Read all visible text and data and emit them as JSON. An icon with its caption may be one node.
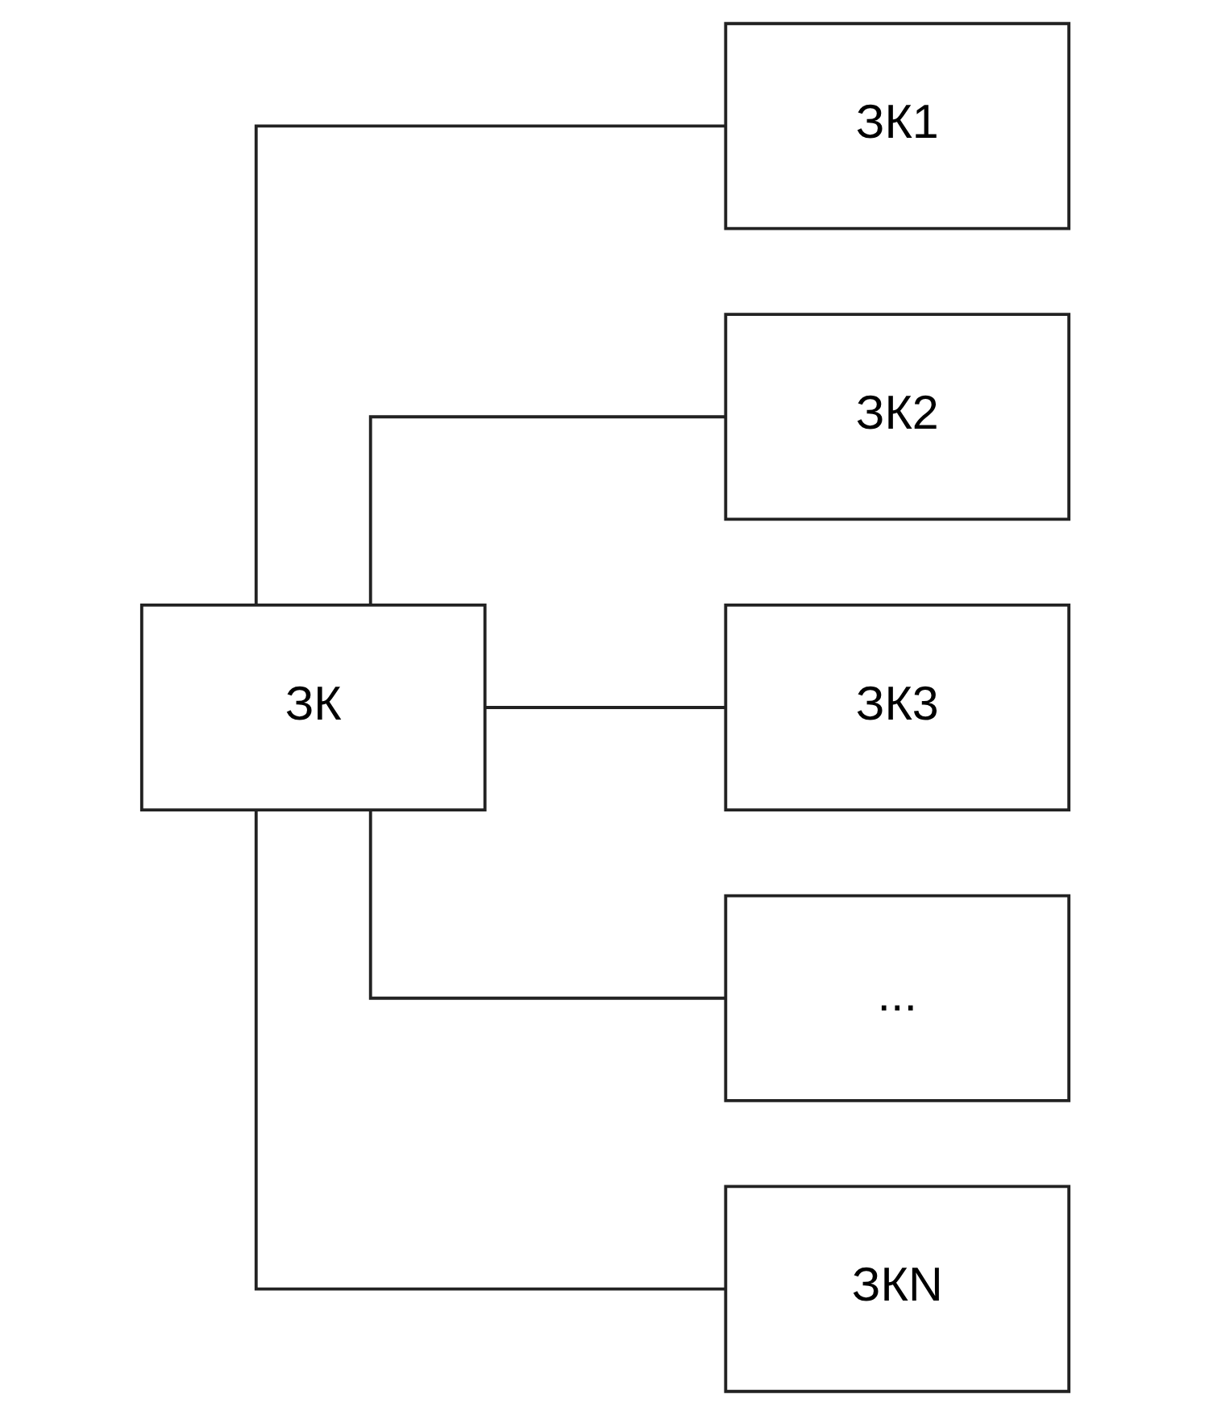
{
  "diagram": {
    "nodes": [
      {
        "text": [
          "ЗК"
        ]
      },
      {
        "text": [
          "ЗК1"
        ]
      },
      {
        "text": [
          "ЗК2"
        ]
      },
      {
        "text": [
          "ЗК3"
        ]
      },
      {
        "text": [
          "..."
        ]
      },
      {
        "text": [
          "ЗКN"
        ]
      }
    ],
    "edges": [
      {
        "from": 0,
        "to": 1,
        "arrow": "none"
      },
      {
        "from": 0,
        "to": 2,
        "arrow": "none"
      },
      {
        "from": 0,
        "to": 3,
        "arrow": "none"
      },
      {
        "from": 0,
        "to": 4,
        "arrow": "none"
      },
      {
        "from": 0,
        "to": 5,
        "arrow": "none"
      }
    ]
  }
}
